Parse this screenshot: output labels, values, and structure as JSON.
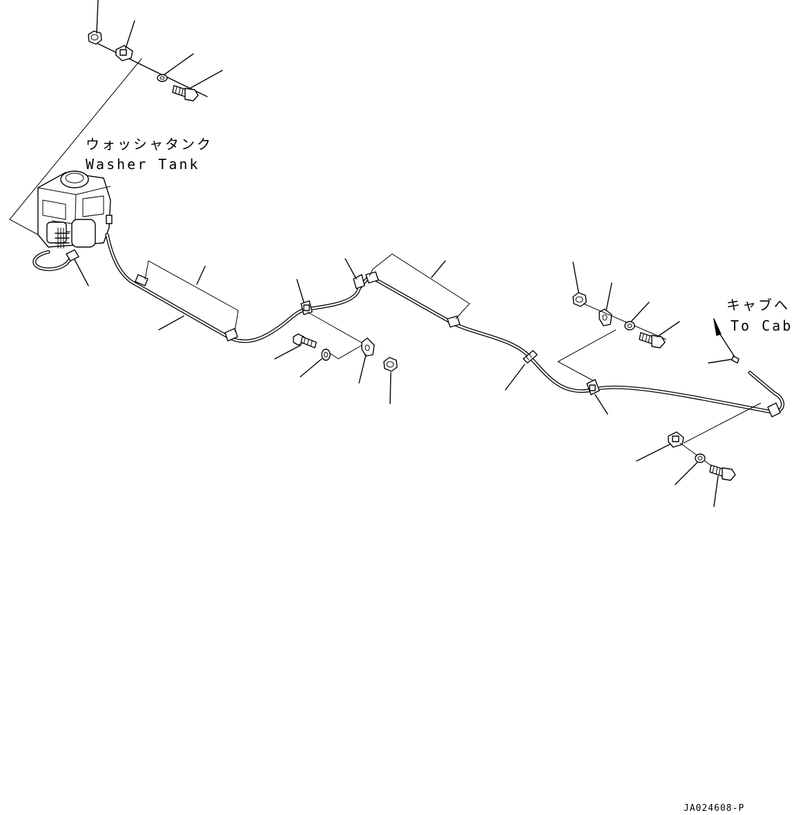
{
  "labels": {
    "washer_tank_jp": "ウォッシャタンク",
    "washer_tank_en": "Washer Tank",
    "to_cab_jp": "キャブへ",
    "to_cab_en": "To Cab"
  },
  "drawing_code": "JA024608-P"
}
